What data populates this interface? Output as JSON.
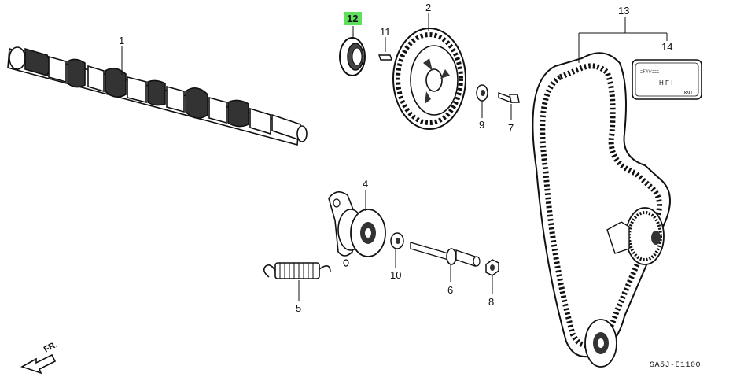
{
  "diagram": {
    "code": "SA5J-E1100",
    "direction_label": "FR.",
    "highlight_color": "#5ee05e",
    "highlighted_part": "12",
    "label_text": {
      "line1": "ﾆﾁﾌﾊﾉﾆﾆﾆ",
      "line2": "H  F  I",
      "line3": "K91"
    },
    "parts": [
      {
        "id": "camshaft",
        "number": "1"
      },
      {
        "id": "camshaft-pulley",
        "number": "2"
      },
      {
        "id": "timing-belt-tensioner",
        "number": "4"
      },
      {
        "id": "tensioner-spring",
        "number": "5"
      },
      {
        "id": "tensioner-bolt",
        "number": "6"
      },
      {
        "id": "pulley-bolt",
        "number": "7"
      },
      {
        "id": "tensioner-nut",
        "number": "8"
      },
      {
        "id": "pulley-washer",
        "number": "9"
      },
      {
        "id": "tensioner-washer",
        "number": "10"
      },
      {
        "id": "woodruff-key",
        "number": "11"
      },
      {
        "id": "oil-seal",
        "number": "12"
      },
      {
        "id": "timing-belt",
        "number": "13"
      },
      {
        "id": "timing-belt-label",
        "number": "14"
      }
    ]
  }
}
